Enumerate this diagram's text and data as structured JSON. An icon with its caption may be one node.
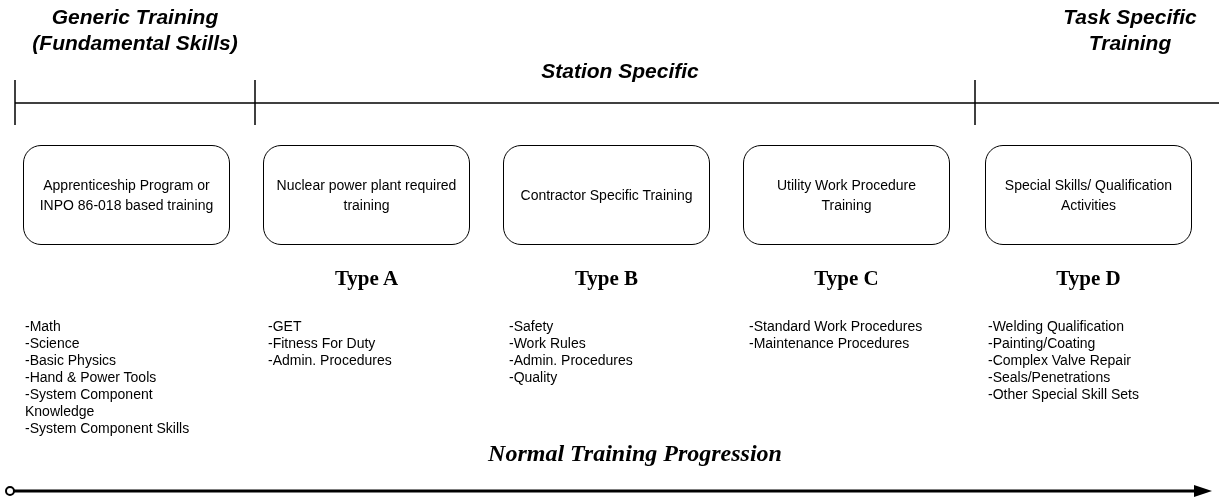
{
  "diagram": {
    "nodes": [
      {
        "text": [
          "Apprenticeship Program or INPO 86-018 based training"
        ],
        "beside": [
          "-Math",
          "-Science",
          "-Basic Physics",
          "-Hand & Power Tools",
          "-System Component Knowledge",
          "-System Component Skills"
        ]
      },
      {
        "text": [
          "Nuclear power plant required training"
        ],
        "beside": [
          "Type A",
          "-GET",
          "-Fitness For Duty",
          "-Admin. Procedures"
        ]
      },
      {
        "text": [
          "Contractor Specific Training"
        ],
        "beside": [
          "Type B",
          "-Safety",
          "-Work Rules",
          "-Admin. Procedures",
          "-Quality"
        ]
      },
      {
        "text": [
          "Utility Work Procedure Training"
        ],
        "beside": [
          "Type C",
          "-Standard Work Procedures",
          "-Maintenance Procedures"
        ]
      },
      {
        "text": [
          "Special Skills/ Qualification Activities"
        ],
        "beside": [
          "Type D",
          "-Welding Qualification",
          "-Painting/Coating",
          "-Complex Valve Repair",
          "-Seals/Penetrations",
          "-Other Special Skill Sets"
        ]
      }
    ],
    "edges": [],
    "labels": [
      "Generic Training (Fundamental Skills)",
      "Task Specific Training",
      "Station Specific",
      "Normal Training Progression"
    ]
  }
}
